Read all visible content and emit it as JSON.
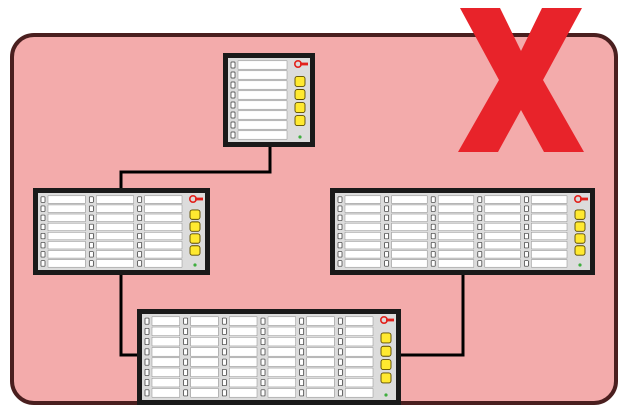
{
  "colors": {
    "background": "#f3abab",
    "frame_border": "#4a1f1f",
    "panel_bezel": "#1a1a1a",
    "panel_face": "#dcdcdc",
    "field": "#ffffff",
    "button": "#ffe930",
    "led": "#3fae3f",
    "logo": "#e2211c",
    "cross": "#e8232a",
    "connector": "#000000"
  },
  "icons": {
    "cross": "x-icon",
    "logo": "brand-logo-icon",
    "led": "status-led-icon"
  },
  "panels": [
    {
      "id": "top",
      "columns": 1,
      "rows": 8,
      "buttons": 4
    },
    {
      "id": "left",
      "columns": 3,
      "rows": 8,
      "buttons": 4
    },
    {
      "id": "right",
      "columns": 5,
      "rows": 8,
      "buttons": 4
    },
    {
      "id": "bottom",
      "columns": 6,
      "rows": 8,
      "buttons": 4
    }
  ],
  "connections": [
    {
      "from": "top",
      "to": "left"
    },
    {
      "from": "left",
      "to": "bottom"
    },
    {
      "from": "right",
      "to": "bottom"
    }
  ]
}
